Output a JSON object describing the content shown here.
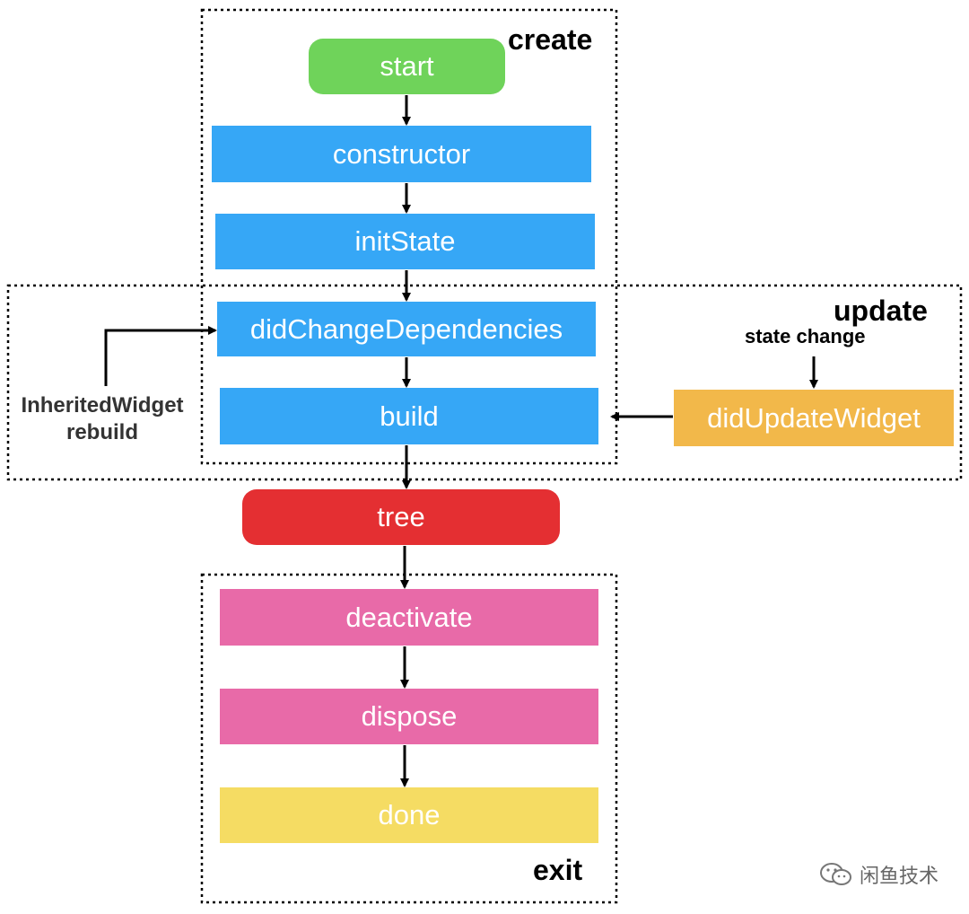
{
  "groups": {
    "create": "create",
    "update": "update",
    "exit": "exit"
  },
  "nodes": {
    "start": "start",
    "constructor": "constructor",
    "initState": "initState",
    "didChangeDependencies": "didChangeDependencies",
    "build": "build",
    "didUpdateWidget": "didUpdateWidget",
    "tree": "tree",
    "deactivate": "deactivate",
    "dispose": "dispose",
    "done": "done"
  },
  "labels": {
    "inherited_line1": "InheritedWidget",
    "inherited_line2": "rebuild",
    "state_change": "state change"
  },
  "watermark": {
    "text": "闲鱼技术",
    "icon": "wechat-icon"
  },
  "colors": {
    "green": "#6fd35a",
    "blue": "#36a7f6",
    "orange": "#f2b84a",
    "red": "#e42f32",
    "pink": "#e86aa8",
    "yellow": "#f5dc63"
  }
}
